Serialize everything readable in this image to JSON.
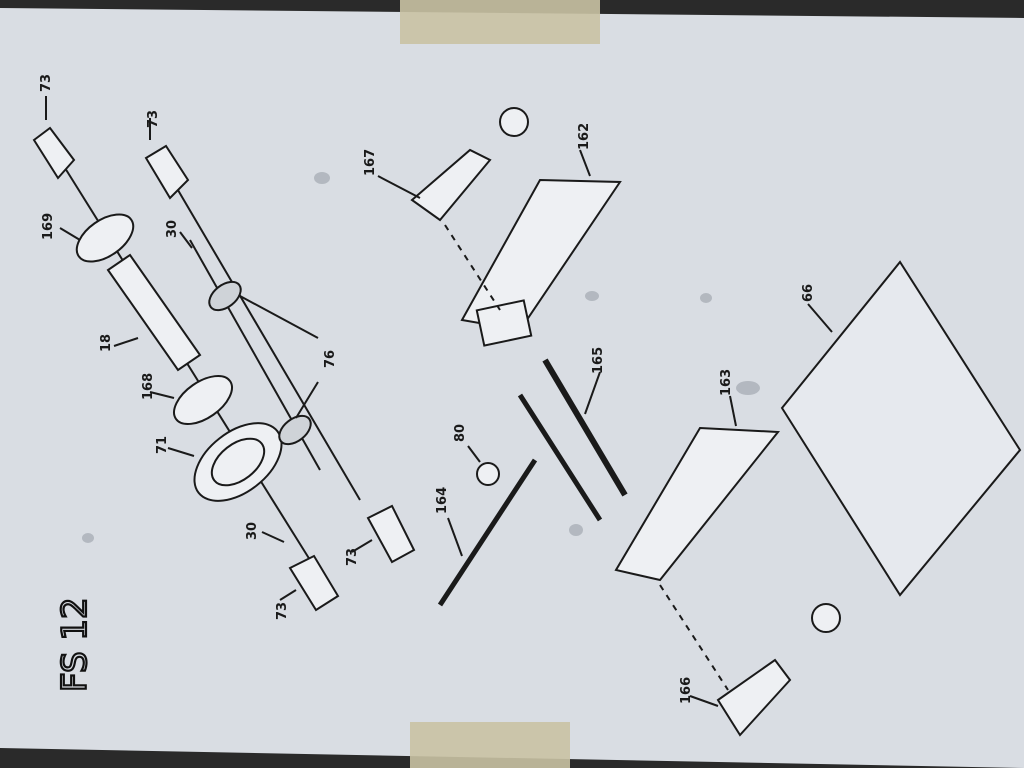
{
  "handwritten_title": "FS 12",
  "part_labels": [
    {
      "id": "73a",
      "text": "73"
    },
    {
      "id": "73b",
      "text": "73"
    },
    {
      "id": "73c",
      "text": "73"
    },
    {
      "id": "73d",
      "text": "73"
    },
    {
      "id": "169",
      "text": "169"
    },
    {
      "id": "30a",
      "text": "30"
    },
    {
      "id": "30b",
      "text": "30"
    },
    {
      "id": "18",
      "text": "18"
    },
    {
      "id": "168",
      "text": "168"
    },
    {
      "id": "71",
      "text": "71"
    },
    {
      "id": "76",
      "text": "76"
    },
    {
      "id": "167",
      "text": "167"
    },
    {
      "id": "162",
      "text": "162"
    },
    {
      "id": "165",
      "text": "165"
    },
    {
      "id": "80",
      "text": "80"
    },
    {
      "id": "164",
      "text": "164"
    },
    {
      "id": "163",
      "text": "163"
    },
    {
      "id": "66",
      "text": "66"
    },
    {
      "id": "166",
      "text": "166"
    }
  ],
  "colors": {
    "paper": "#d9dde3",
    "ink": "#1a1a1a",
    "tape": "#c9c2a3",
    "background": "#2a2a2a"
  }
}
